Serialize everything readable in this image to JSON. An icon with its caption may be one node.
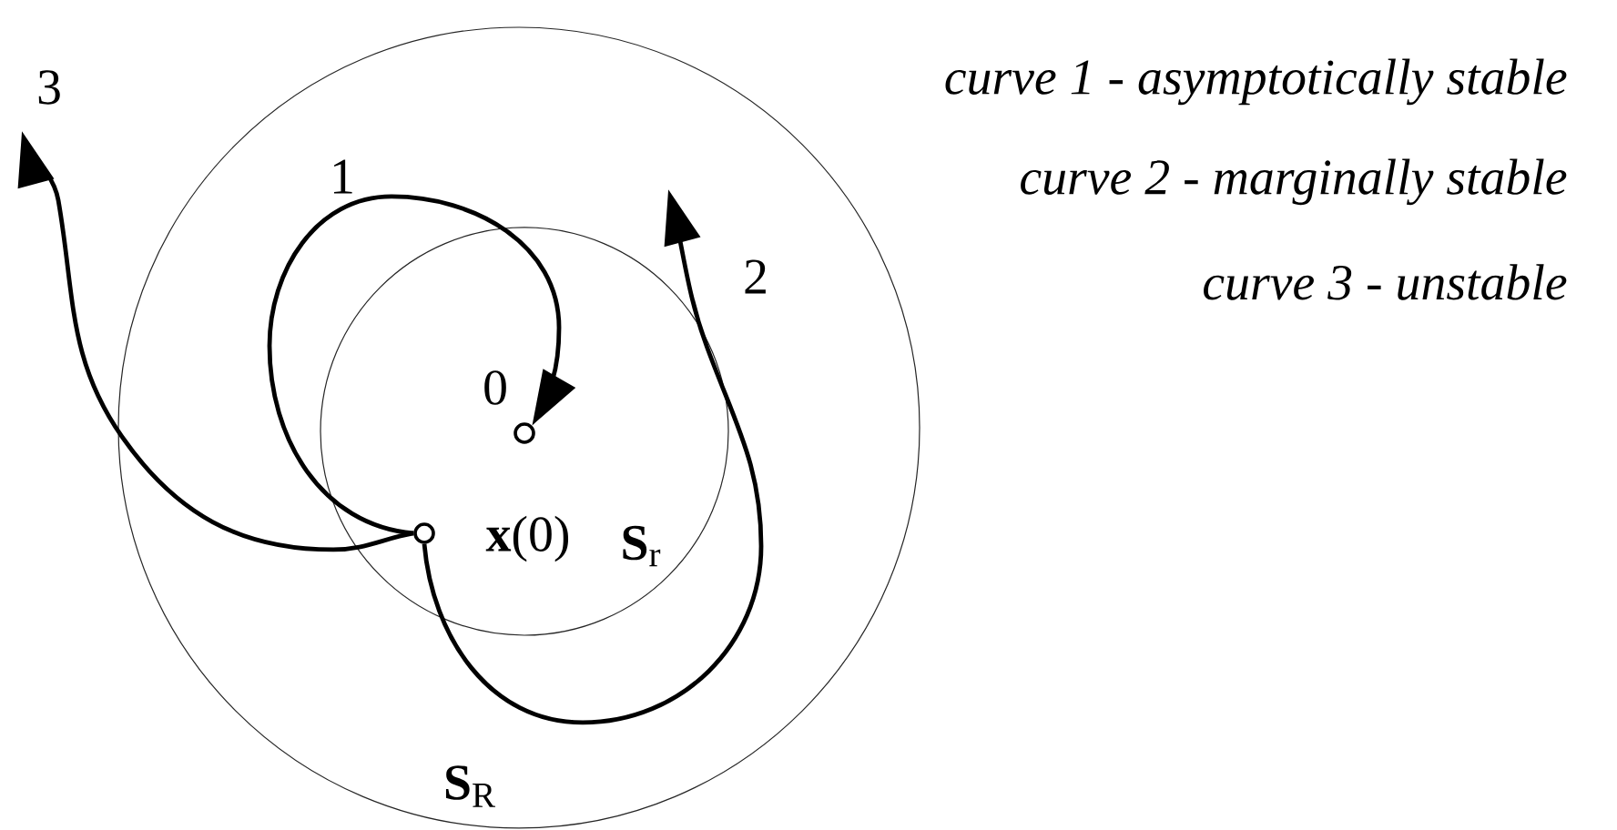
{
  "diagram": {
    "nodes": [
      {
        "text": [
          "**S**$_{R}$"
        ]
      },
      {
        "text": [
          "**S**$_{r}$"
        ],
        "in": 0
      },
      {
        "text": [],
        "shape": "circle",
        "beside": [
          "0"
        ],
        "in": 1
      },
      {
        "text": [],
        "shape": "circle",
        "beside": [
          "**x**(0)"
        ],
        "in": 1
      }
    ],
    "edges": [
      {
        "from": 3,
        "to": 2,
        "arrow": "to",
        "label": "1"
      },
      {
        "from": 3,
        "to": null,
        "arrow": "to",
        "label": "2"
      },
      {
        "from": 3,
        "to": null,
        "arrow": "to",
        "label": "3"
      }
    ],
    "labels": [
      "curve 1 - asymptotically stable",
      "curve 2 - marginally stable",
      "curve 3 - unstable"
    ]
  }
}
